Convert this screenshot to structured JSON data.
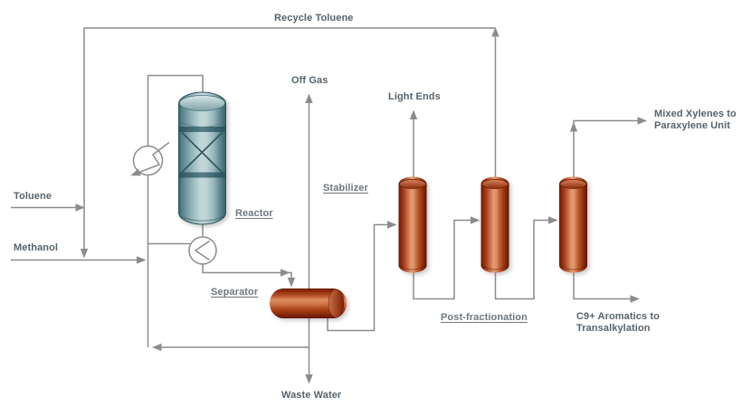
{
  "diagram_type": "process-flow-diagram",
  "process": "toluene-methylation-unit",
  "streams": {
    "recycle_toluene": "Recycle Toluene",
    "toluene": "Toluene",
    "methanol": "Methanol",
    "off_gas": "Off Gas",
    "light_ends": "Light Ends",
    "waste_water": "Waste Water",
    "mixed_xylenes": {
      "line1": "Mixed Xylenes to",
      "line2": "Paraxylene Unit"
    },
    "c9_aromatics": {
      "line1": "C9+ Aromatics to",
      "line2": "Transalkylation"
    }
  },
  "equipment": {
    "reactor": "Reactor",
    "separator": "Separator",
    "stabilizer": "Stabilizer",
    "post_fractionation": "Post-fractionation"
  },
  "colors": {
    "background": "#ffffff",
    "process_line": "#8c8c8c",
    "stream_label_text": "#57636c",
    "equipment_label_text": "#6e777e",
    "reactor_teal_light": "#c3d6d8",
    "reactor_teal_mid": "#7fa6ac",
    "reactor_teal_dark": "#3a646b",
    "column_red_light": "#e29b72",
    "column_red_mid": "#b14c24",
    "column_red_dark": "#661a04"
  }
}
